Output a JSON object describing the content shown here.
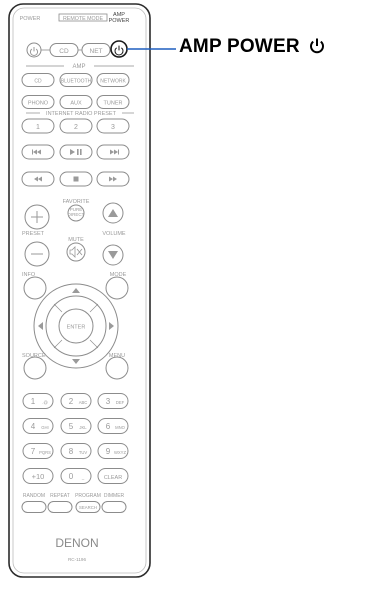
{
  "callout": {
    "label": "AMP POWER",
    "icon": "power-icon"
  },
  "remote": {
    "top_labels": {
      "power": "POWER",
      "remote_mode": "REMOTE MODE",
      "amp_power": "AMP\nPOWER"
    },
    "mode_buttons": [
      "CD",
      "NET"
    ],
    "amp_label": "AMP",
    "source_row1": [
      "CD",
      "BLUETOOTH",
      "NETWORK"
    ],
    "source_row2": [
      "PHONO",
      "AUX",
      "TUNER"
    ],
    "preset_label": "INTERNET RADIO PRESET",
    "preset_buttons": [
      "1",
      "2",
      "3"
    ],
    "favorite_label": "FAVORITE",
    "pure_direct": "PURE\nDIRECT",
    "preset_side": "PRESET",
    "mute_label": "MUTE",
    "volume_label": "VOLUME",
    "info_label": "INFO",
    "mode_label": "MODE",
    "enter_label": "ENTER",
    "source_label": "SOURCE",
    "menu_label": "MENU",
    "num_row1": [
      {
        "n": "1",
        "s": ".@"
      },
      {
        "n": "2",
        "s": "ABC"
      },
      {
        "n": "3",
        "s": "DEF"
      }
    ],
    "num_row2": [
      {
        "n": "4",
        "s": "GHI"
      },
      {
        "n": "5",
        "s": "JKL"
      },
      {
        "n": "6",
        "s": "MNO"
      }
    ],
    "num_row3": [
      {
        "n": "7",
        "s": "PQRS"
      },
      {
        "n": "8",
        "s": "TUV"
      },
      {
        "n": "9",
        "s": "WXYZ"
      }
    ],
    "num_row4": [
      {
        "n": "+10",
        "s": ""
      },
      {
        "n": "0",
        "s": "_"
      },
      {
        "n": "CLEAR",
        "s": ""
      }
    ],
    "bottom_labels": [
      "RANDOM",
      "REPEAT",
      "PROGRAM",
      "DIMMER"
    ],
    "search_label": "SEARCH",
    "brand": "DENON",
    "model": "RC-1196"
  },
  "colors": {
    "outline": "#8c8c8c",
    "text": "#9a9a9a",
    "highlight": "#1a1a1a",
    "leader": "#1f5fbf"
  }
}
